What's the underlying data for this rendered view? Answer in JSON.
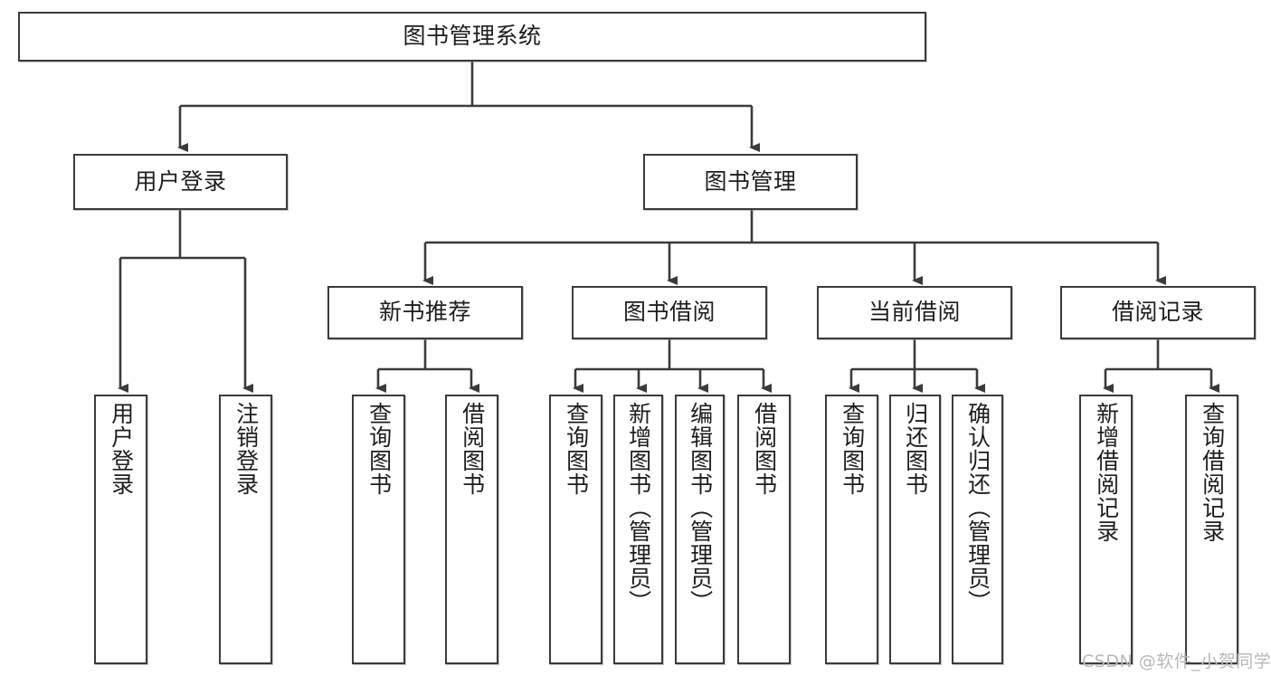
{
  "diagram": {
    "type": "tree",
    "title": "图书管理系统",
    "orientation": "top-down",
    "colors": {
      "box_border": "#3b3b3b",
      "box_fill": "#ffffff",
      "connector": "#3b3b3b",
      "watermark": "#b9b9b9",
      "background": "#ffffff"
    },
    "root": {
      "label": "图书管理系统"
    },
    "level2": [
      {
        "label": "用户登录"
      },
      {
        "label": "图书管理"
      }
    ],
    "level3": [
      {
        "label": "新书推荐"
      },
      {
        "label": "图书借阅"
      },
      {
        "label": "当前借阅"
      },
      {
        "label": "借阅记录"
      }
    ],
    "leaves": {
      "user_login": [
        {
          "label": "用户登录"
        },
        {
          "label": "注销登录"
        }
      ],
      "new_book_recommend": [
        {
          "label": "查询图书"
        },
        {
          "label": "借阅图书"
        }
      ],
      "book_borrow": [
        {
          "label": "查询图书"
        },
        {
          "label": "新增图书（管理员）"
        },
        {
          "label": "编辑图书（管理员）"
        },
        {
          "label": "借阅图书"
        }
      ],
      "current_borrow": [
        {
          "label": "查询图书"
        },
        {
          "label": "归还图书"
        },
        {
          "label": "确认归还（管理员）"
        }
      ],
      "borrow_record": [
        {
          "label": "新增借阅记录"
        },
        {
          "label": "查询借阅记录"
        }
      ]
    }
  },
  "watermark": {
    "text": "CSDN @软件_小贺同学"
  }
}
